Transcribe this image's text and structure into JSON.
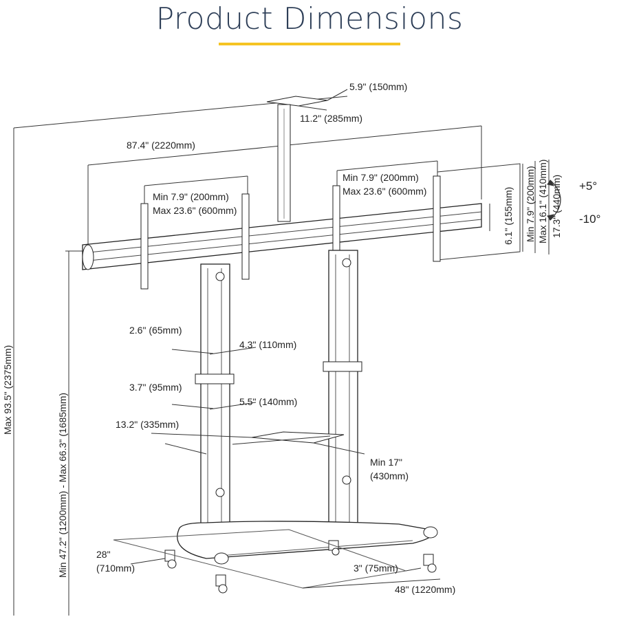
{
  "title": "Product Dimensions",
  "accent_color": "#f5c423",
  "title_color": "#2d3e57",
  "dimensions": {
    "plate_width": "5.9\" (150mm)",
    "plate_depth": "11.2\" (285mm)",
    "overall_width": "87.4\" (2220mm)",
    "vesa_left_min": "Min 7.9\" (200mm)",
    "vesa_left_max": "Max 23.6\" (600mm)",
    "vesa_right_min": "Min 7.9\" (200mm)",
    "vesa_right_max": "Max 23.6\" (600mm)",
    "bar_height": "6.1\" (155mm)",
    "bracket_min": "Min 7.9\" (200mm)",
    "bracket_max": "Max 16.1\" (410mm)",
    "bracket_total": "17.3\" (440mm)",
    "tilt_up": "+5°",
    "tilt_down": "-10°",
    "pole_2_6": "2.6\" (65mm)",
    "pole_4_3": "4.3\" (110mm)",
    "pole_3_7": "3.7\" (95mm)",
    "pole_5_5": "5.5\" (140mm)",
    "shelf_depth": "13.2\" (335mm)",
    "shelf_min_a": "Min 17\"",
    "shelf_min_b": "(430mm)",
    "max_height": "Max 93.5\" (2375mm)",
    "height_range": "Min 47.2\" (1200mm) - Max 66.3\" (1685mm)",
    "base_depth_a": "28\"",
    "base_depth_b": "(710mm)",
    "caster": "3\" (75mm)",
    "base_width": "48\" (1220mm)"
  }
}
